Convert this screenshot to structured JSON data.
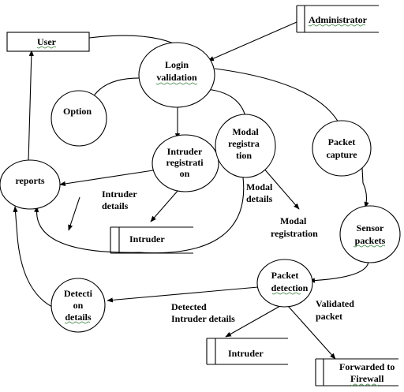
{
  "nodes": {
    "user": {
      "lines": [
        "User"
      ]
    },
    "administrator": {
      "lines": [
        "Administrator"
      ]
    },
    "login": {
      "lines": [
        "Login",
        "validation"
      ]
    },
    "option": {
      "lines": [
        "Option"
      ]
    },
    "intruder_reg": {
      "lines": [
        "Intruder",
        "registrati",
        "on"
      ]
    },
    "modal_reg": {
      "lines": [
        "Modal",
        "registra",
        "tion"
      ]
    },
    "packet_capture": {
      "lines": [
        "Packet",
        "capture"
      ]
    },
    "reports": {
      "lines": [
        "reports"
      ]
    },
    "sensor": {
      "lines": [
        "Sensor",
        "packets"
      ]
    },
    "packet_detection": {
      "lines": [
        "Packet",
        "detection"
      ]
    },
    "detection_details": {
      "lines": [
        "Detecti",
        "on",
        "details"
      ]
    }
  },
  "stores": {
    "intruder_top": {
      "label": "Intruder"
    },
    "intruder_bottom": {
      "label": "Intruder"
    },
    "firewall": {
      "lines": [
        "Forwarded to",
        "Firewall"
      ]
    }
  },
  "edge_labels": {
    "intruder_details": [
      "Intruder",
      "details"
    ],
    "modal_details": [
      "Modal",
      "details"
    ],
    "modal_registration": [
      "Modal",
      "registration"
    ],
    "detected_intruder": [
      "Detected",
      "Intruder details"
    ],
    "validated_packet": [
      "Validated",
      "packet"
    ]
  }
}
